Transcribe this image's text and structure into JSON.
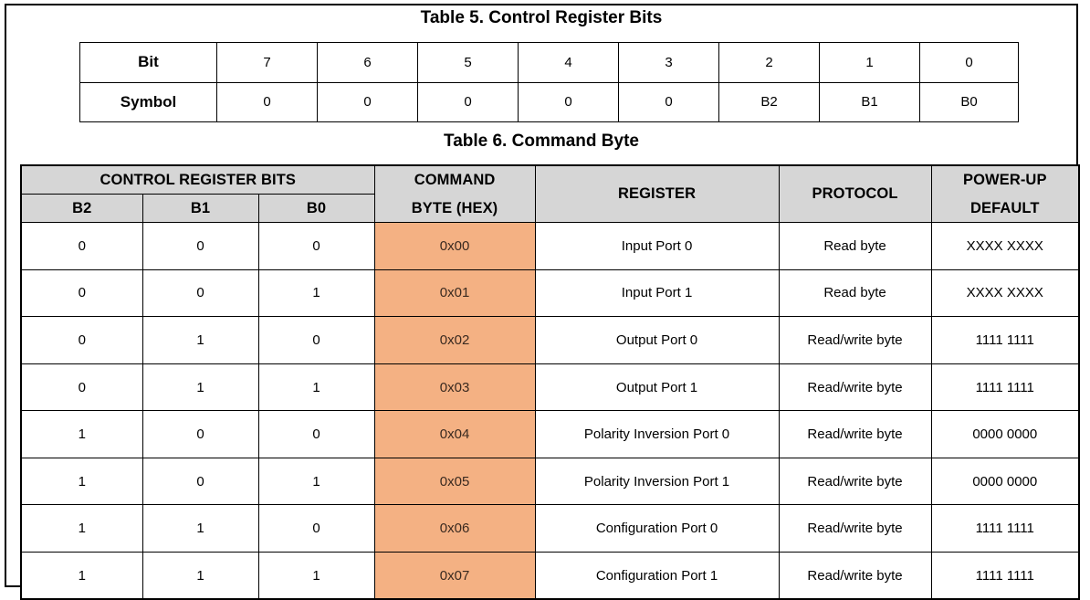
{
  "page": {
    "background": "#ffffff",
    "border_color": "#000000",
    "header_fill": "#d6d6d6",
    "command_fill": "#f4b183"
  },
  "table5": {
    "title": "Table 5. Control Register Bits",
    "rows": [
      {
        "label": "Bit",
        "cells": [
          "7",
          "6",
          "5",
          "4",
          "3",
          "2",
          "1",
          "0"
        ]
      },
      {
        "label": "Symbol",
        "cells": [
          "0",
          "0",
          "0",
          "0",
          "0",
          "B2",
          "B1",
          "B0"
        ]
      }
    ]
  },
  "table6": {
    "title": "Table 6. Command Byte",
    "header": {
      "control_register_bits": "CONTROL REGISTER BITS",
      "b2": "B2",
      "b1": "B1",
      "b0": "B0",
      "command_line1": "COMMAND",
      "command_line2": "BYTE (HEX)",
      "register": "REGISTER",
      "protocol": "PROTOCOL",
      "powerup_line1": "POWER-UP",
      "powerup_line2": "DEFAULT"
    },
    "rows": [
      {
        "b2": "0",
        "b1": "0",
        "b0": "0",
        "command": "0x00",
        "register": "Input Port 0",
        "protocol": "Read byte",
        "default": "XXXX XXXX"
      },
      {
        "b2": "0",
        "b1": "0",
        "b0": "1",
        "command": "0x01",
        "register": "Input Port 1",
        "protocol": "Read byte",
        "default": "XXXX XXXX"
      },
      {
        "b2": "0",
        "b1": "1",
        "b0": "0",
        "command": "0x02",
        "register": "Output Port 0",
        "protocol": "Read/write byte",
        "default": "1111 1111"
      },
      {
        "b2": "0",
        "b1": "1",
        "b0": "1",
        "command": "0x03",
        "register": "Output Port 1",
        "protocol": "Read/write byte",
        "default": "1111 1111"
      },
      {
        "b2": "1",
        "b1": "0",
        "b0": "0",
        "command": "0x04",
        "register": "Polarity Inversion Port 0",
        "protocol": "Read/write byte",
        "default": "0000 0000"
      },
      {
        "b2": "1",
        "b1": "0",
        "b0": "1",
        "command": "0x05",
        "register": "Polarity Inversion Port 1",
        "protocol": "Read/write byte",
        "default": "0000 0000"
      },
      {
        "b2": "1",
        "b1": "1",
        "b0": "0",
        "command": "0x06",
        "register": "Configuration Port 0",
        "protocol": "Read/write byte",
        "default": "1111 1111"
      },
      {
        "b2": "1",
        "b1": "1",
        "b0": "1",
        "command": "0x07",
        "register": "Configuration Port 1",
        "protocol": "Read/write byte",
        "default": "1111 1111"
      }
    ]
  }
}
